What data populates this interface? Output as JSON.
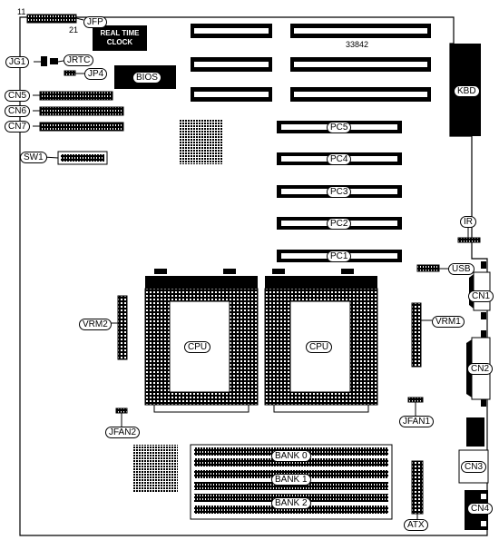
{
  "labels": {
    "pin11": "11",
    "pin21": "21",
    "jfp": "JFP",
    "rtc_line1": "REAL TIME",
    "rtc_line2": "CLOCK",
    "board_id": "33842",
    "jg1": "JG1",
    "jrtc": "JRTC",
    "jp4": "JP4",
    "bios": "BIOS",
    "kbd": "KBD",
    "cn5": "CN5",
    "cn6": "CN6",
    "cn7": "CN7",
    "sw1": "SW1",
    "pc5": "PC5",
    "pc4": "PC4",
    "pc3": "PC3",
    "pc2": "PC2",
    "pc1": "PC1",
    "ir": "IR",
    "usb": "USB",
    "cn1": "CN1",
    "vrm2": "VRM2",
    "vrm1": "VRM1",
    "cpu1": "CPU",
    "cpu2": "CPU",
    "cn2": "CN2",
    "jfan2": "JFAN2",
    "jfan1": "JFAN1",
    "bank0": "BANK 0",
    "bank1": "BANK 1",
    "bank2": "BANK 2",
    "cn3": "CN3",
    "cn4": "CN4",
    "atx": "ATX"
  }
}
